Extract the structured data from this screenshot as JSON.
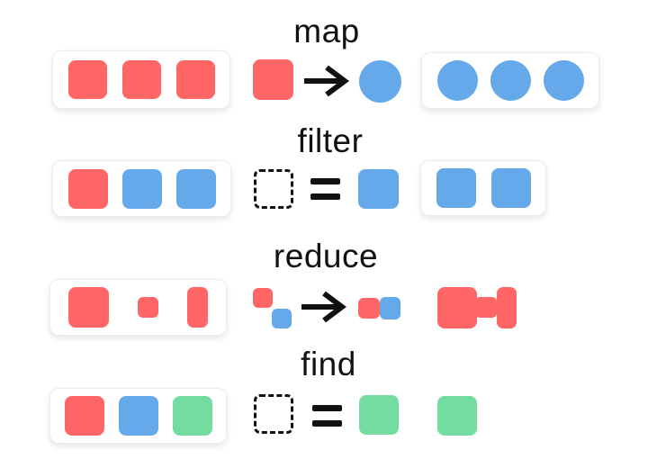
{
  "colors": {
    "red": "#FF6665",
    "blue": "#66A9EA",
    "green": "#74DCA1",
    "ink": "#111111",
    "box_border": "#ececec",
    "background": "#ffffff"
  },
  "rows": [
    {
      "method": "map",
      "title": "map",
      "input_array": [
        "red-square",
        "red-square",
        "red-square"
      ],
      "operation": {
        "kind": "arrow",
        "from": "red-square",
        "to": "blue-circle"
      },
      "output_array": [
        "blue-circle",
        "blue-circle",
        "blue-circle"
      ],
      "output_boxed": true
    },
    {
      "method": "filter",
      "title": "filter",
      "input_array": [
        "red-square",
        "blue-square",
        "blue-square"
      ],
      "operation": {
        "kind": "equals",
        "predicate": "dashed-outline-square",
        "match": "blue-square"
      },
      "output_array": [
        "blue-square",
        "blue-square"
      ],
      "output_boxed": true
    },
    {
      "method": "reduce",
      "title": "reduce",
      "input_array": [
        "large-red-square",
        "small-red-square",
        "tall-red-rectangle"
      ],
      "operation": {
        "kind": "arrow",
        "from": "small-red-square and small-blue-square offset diagonally",
        "to": "small-red-square and small-blue-square joined"
      },
      "output_array": [
        "merged-red-dumbbell-shape"
      ],
      "output_boxed": false
    },
    {
      "method": "find",
      "title": "find",
      "input_array": [
        "red-square",
        "blue-square",
        "green-square"
      ],
      "operation": {
        "kind": "equals",
        "predicate": "dashed-outline-square",
        "match": "green-square"
      },
      "output_array": [
        "green-square"
      ],
      "output_boxed": false
    }
  ]
}
